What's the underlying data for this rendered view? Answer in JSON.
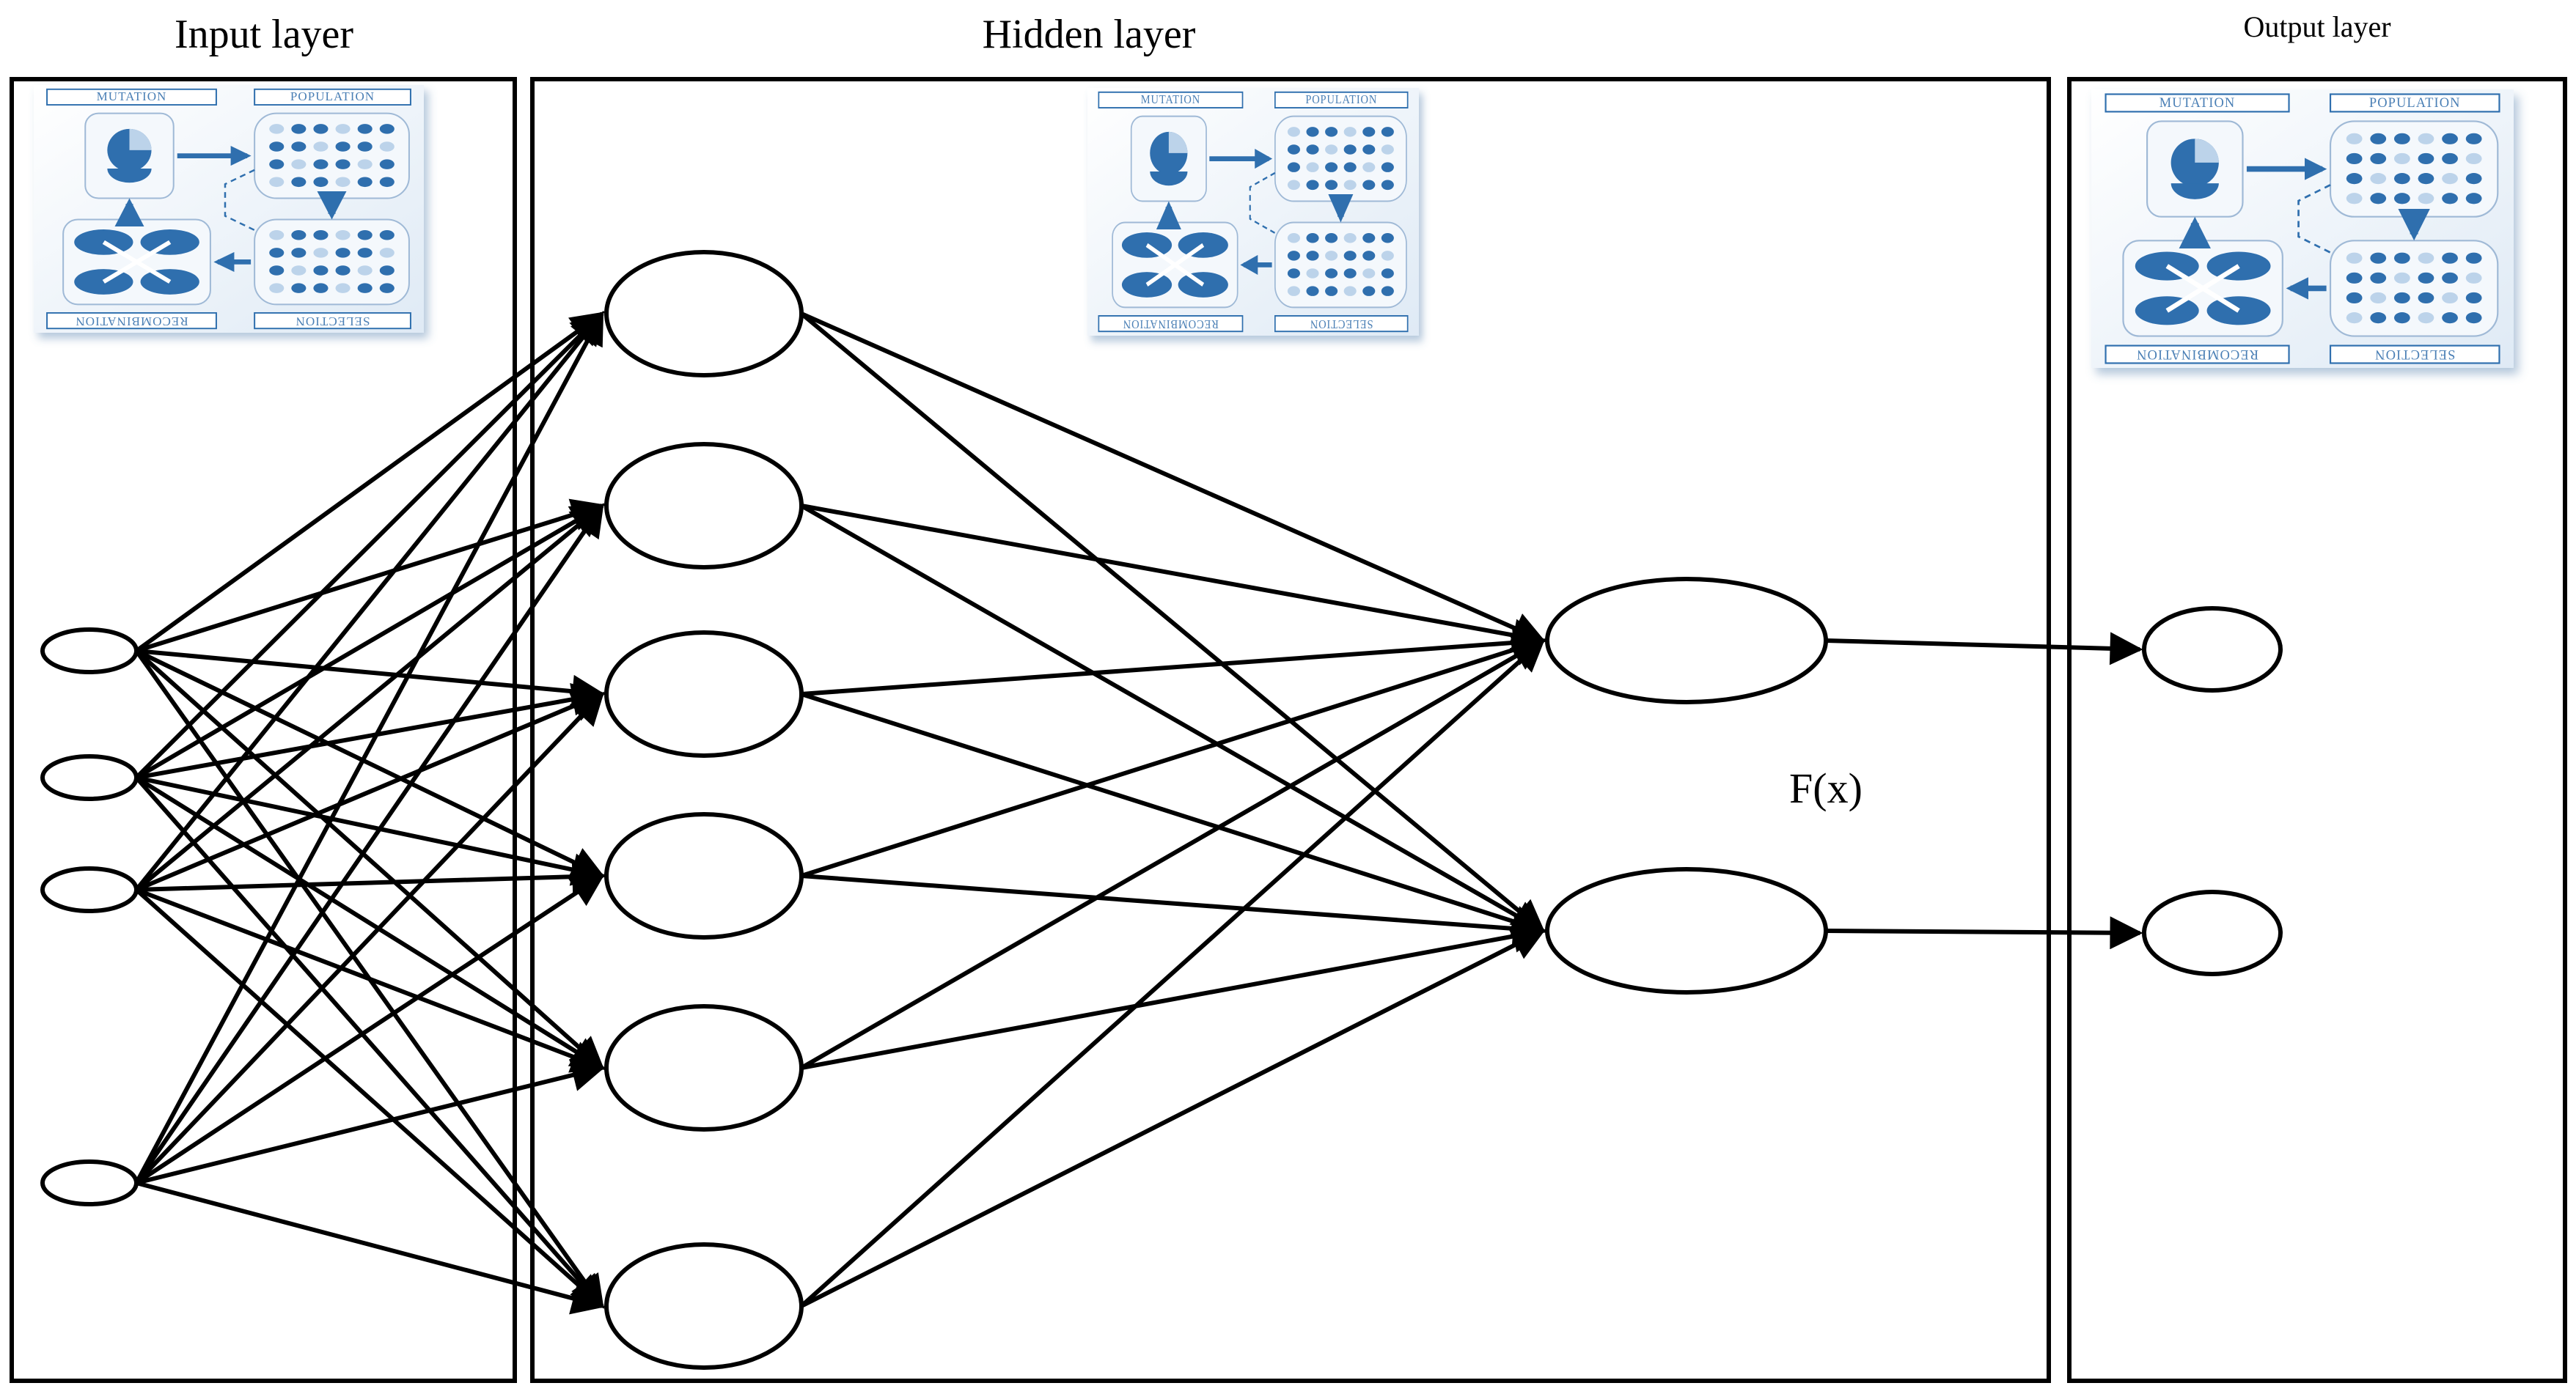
{
  "layers": {
    "input": {
      "title": "Input layer"
    },
    "hidden": {
      "title": "Hidden layer"
    },
    "output": {
      "title": "Output layer"
    }
  },
  "function_label": "F(x)",
  "ga_cycle": {
    "mutation": "MUTATION",
    "population": "POPULATION",
    "selection": "SELECTION",
    "recombination": "RECOMBINATION",
    "accent_color": "#2f6fae",
    "light_color": "#bcd3ea"
  },
  "network": {
    "input_nodes": 4,
    "hidden1_nodes": 6,
    "hidden2_nodes": 2,
    "output_nodes": 2,
    "connections": [
      "input-to-hidden1: fully connected",
      "hidden1-to-hidden2: fully connected",
      "hidden2-to-output: one-to-one"
    ]
  }
}
